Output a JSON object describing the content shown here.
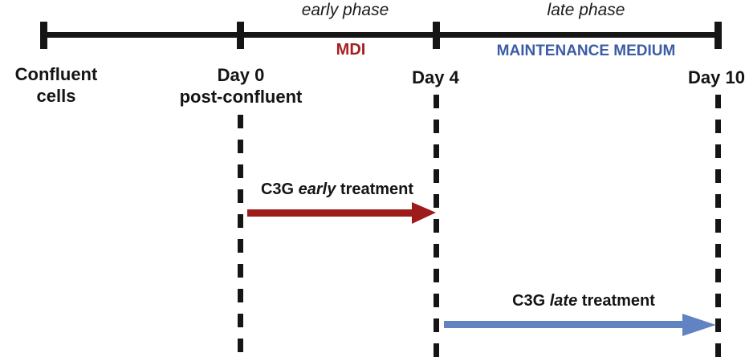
{
  "figure": {
    "phases": [
      {
        "label": "early phase"
      },
      {
        "label": "late phase"
      }
    ],
    "media": [
      {
        "label": "MDI"
      },
      {
        "label": "MAINTENANCE MEDIUM"
      }
    ],
    "milestones": [
      {
        "line1": "Confluent",
        "line2": "cells"
      },
      {
        "line1": "Day 0",
        "line2": "post-confluent"
      },
      {
        "line1": "Day 4"
      },
      {
        "line1": "Day 10"
      }
    ],
    "treatments": [
      {
        "prefix": "C3G",
        "emphasis": "early",
        "suffix": "treatment"
      },
      {
        "prefix": "C3G",
        "emphasis": "late",
        "suffix": "treatment"
      }
    ]
  },
  "colors": {
    "timeline-black": "#151515",
    "mdi-red": "#A52022",
    "arrow-red": "#9E1B1B",
    "maintenance-blue": "#3D5CA6",
    "arrow-blue": "#6283C1"
  }
}
